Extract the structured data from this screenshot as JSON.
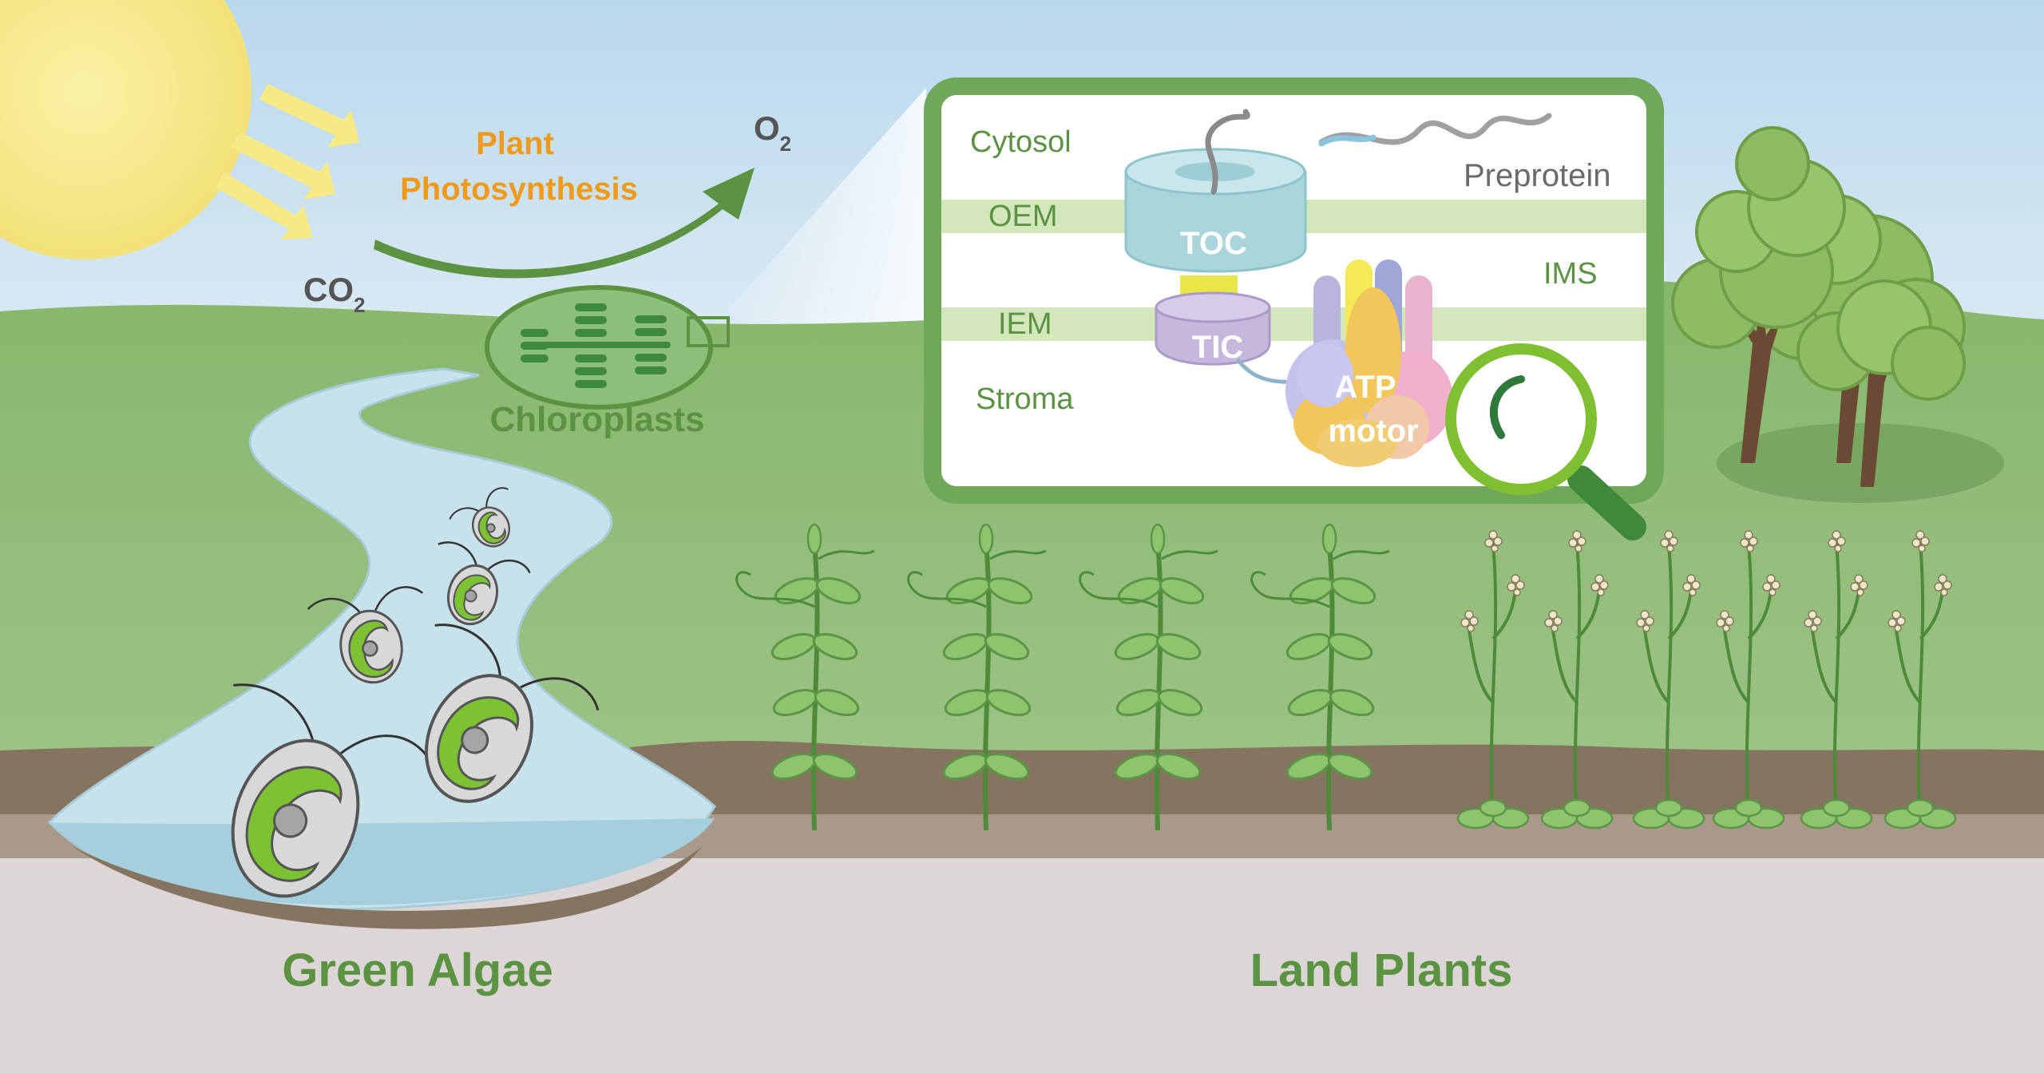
{
  "process": {
    "title_line1": "Plant",
    "title_line2": "Photosynthesis",
    "co2_base": "CO",
    "co2_sub": "2",
    "o2_base": "O",
    "o2_sub": "2",
    "organelle": "Chloroplasts"
  },
  "inset": {
    "compartments": {
      "cytosol": "Cytosol",
      "oem": "OEM",
      "ims": "IMS",
      "iem": "IEM",
      "stroma": "Stroma"
    },
    "preprotein": "Preprotein",
    "toc": "TOC",
    "tic": "TIC",
    "motor_line1": "ATP",
    "motor_line2": "motor"
  },
  "ground": {
    "algae_label": "Green Algae",
    "plants_label": "Land Plants"
  },
  "colors": {
    "sky": "#cfe3f0",
    "hill": "#8cb878",
    "soil": "#857560",
    "ground": "#dcd6d6",
    "water": "#bcdbe6",
    "brand_green": "#5b9343",
    "accent_orange": "#ef9a1a",
    "membrane": "#d4e6bc",
    "toc": "#a9d6dc",
    "tic": "#c5b8dc"
  }
}
